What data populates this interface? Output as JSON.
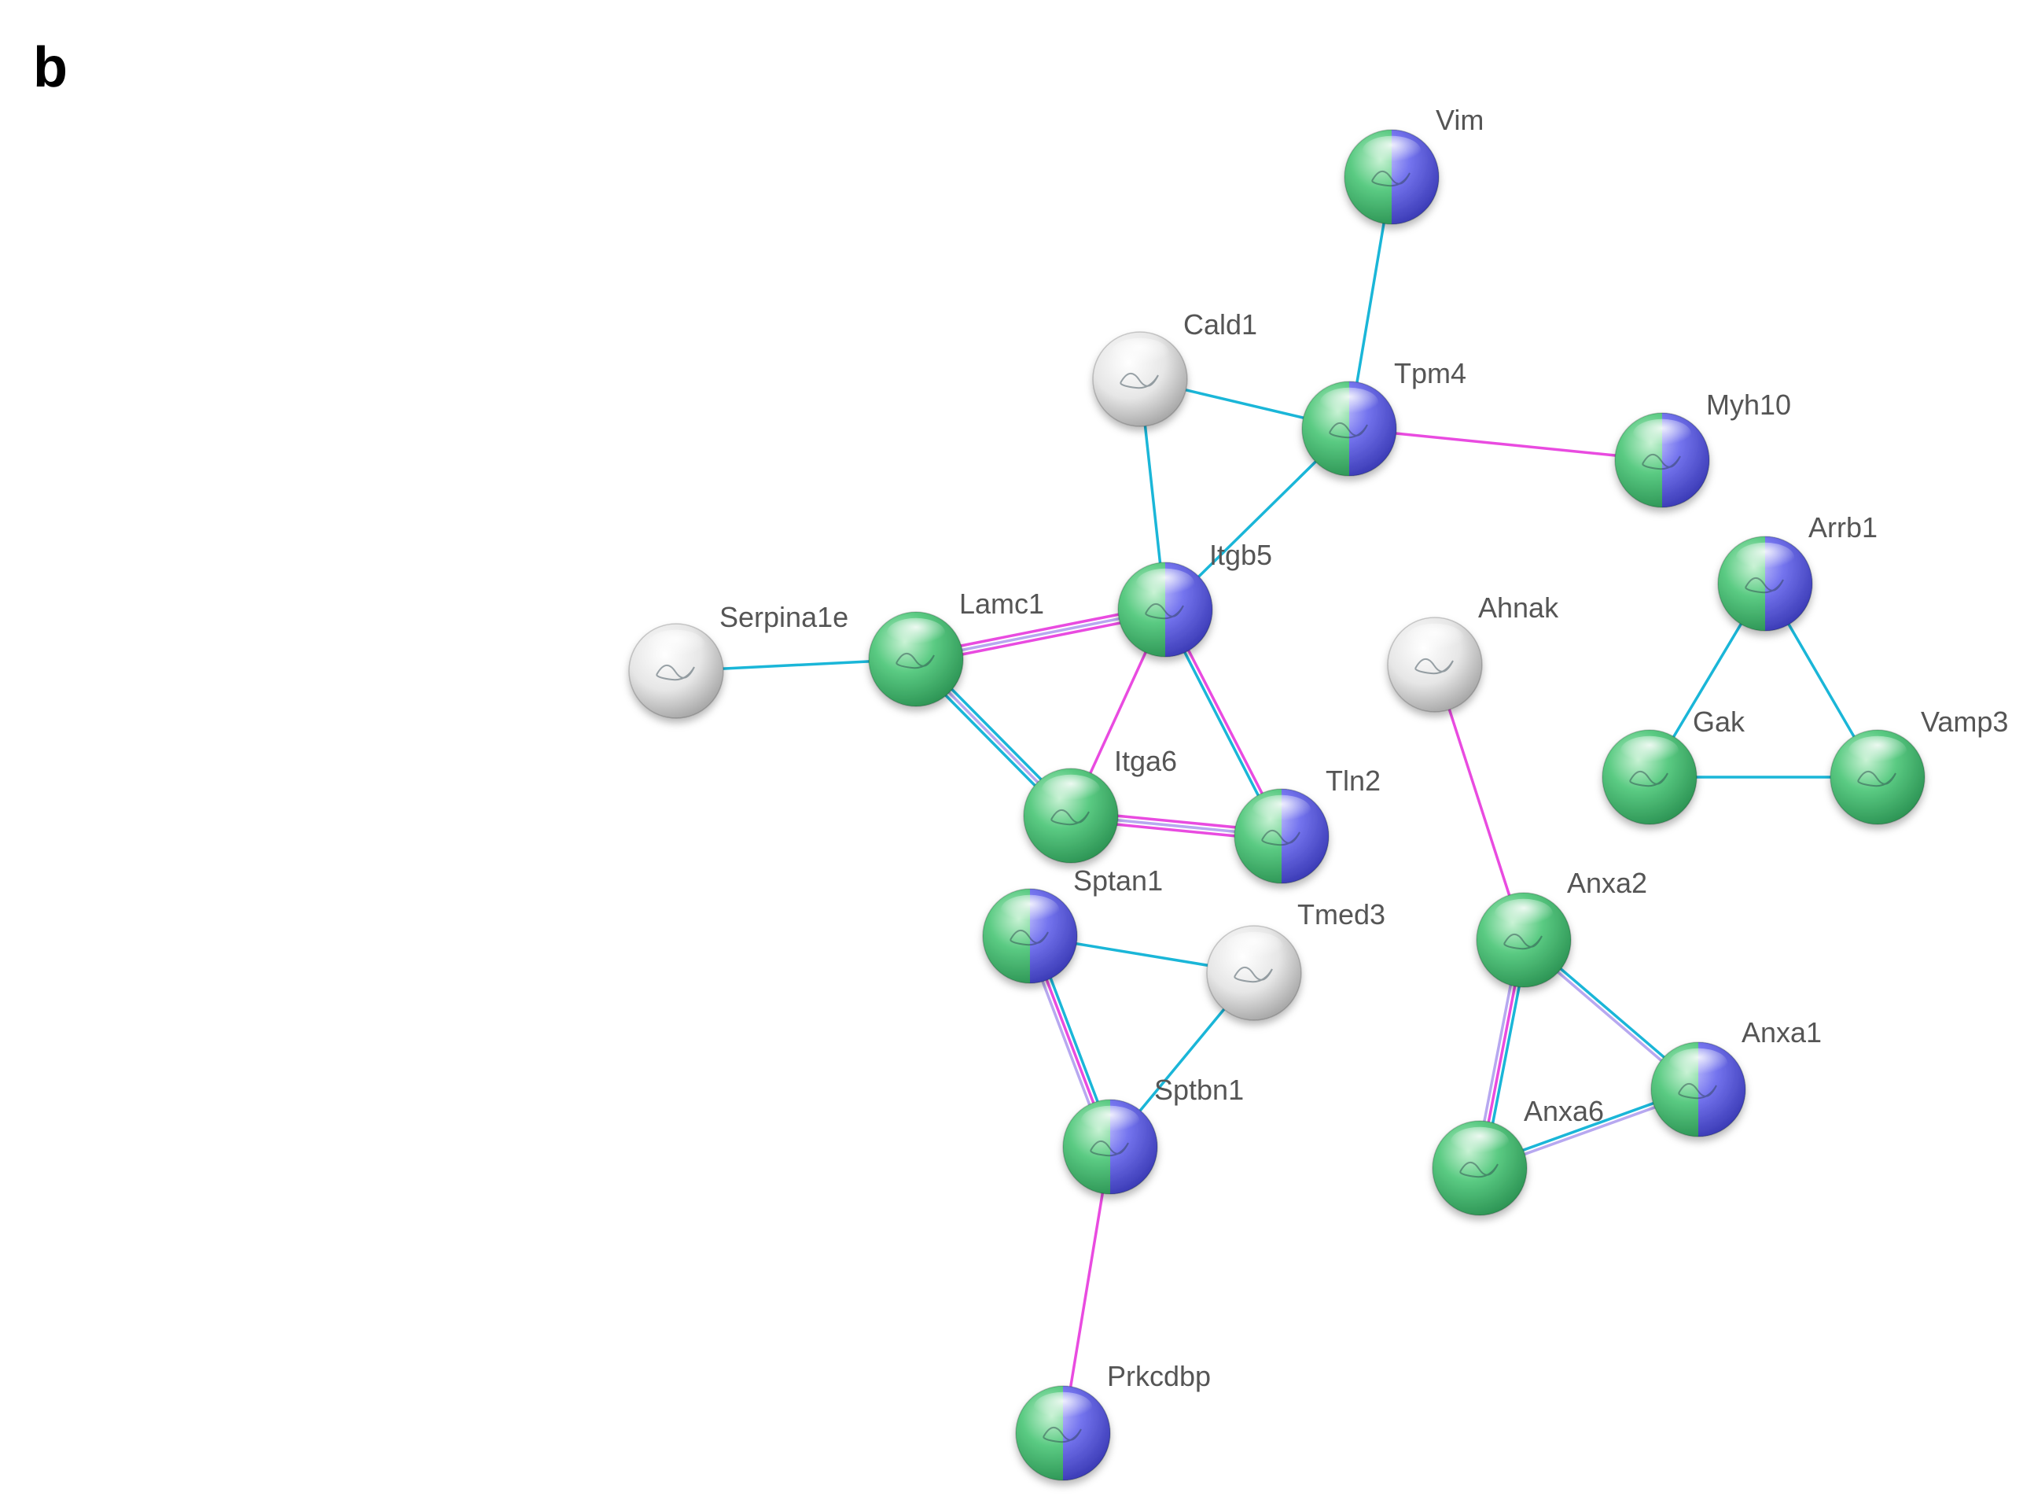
{
  "panel_label": "b",
  "colors": {
    "edge_cyan": "#1ab6d8",
    "edge_magenta": "#e94be0",
    "edge_lavender": "#b7a8f0",
    "node_green": "#4fc47a",
    "node_blue": "#6f6fe6",
    "node_white": "#e9e9e9",
    "label": "#555555"
  },
  "nodes": [
    {
      "id": "Vim",
      "label": "Vim",
      "style": "green-blue"
    },
    {
      "id": "Cald1",
      "label": "Cald1",
      "style": "white"
    },
    {
      "id": "Tpm4",
      "label": "Tpm4",
      "style": "green-blue"
    },
    {
      "id": "Myh10",
      "label": "Myh10",
      "style": "green-blue"
    },
    {
      "id": "Arrb1",
      "label": "Arrb1",
      "style": "green-blue"
    },
    {
      "id": "Ahnak",
      "label": "Ahnak",
      "style": "white"
    },
    {
      "id": "Serpina1e",
      "label": "Serpina1e",
      "style": "white"
    },
    {
      "id": "Lamc1",
      "label": "Lamc1",
      "style": "green"
    },
    {
      "id": "Itgb5",
      "label": "Itgb5",
      "style": "green-blue"
    },
    {
      "id": "Gak",
      "label": "Gak",
      "style": "green"
    },
    {
      "id": "Vamp3",
      "label": "Vamp3",
      "style": "green"
    },
    {
      "id": "Itga6",
      "label": "Itga6",
      "style": "green"
    },
    {
      "id": "Tln2",
      "label": "Tln2",
      "style": "green-blue"
    },
    {
      "id": "Sptan1",
      "label": "Sptan1",
      "style": "green-blue"
    },
    {
      "id": "Tmed3",
      "label": "Tmed3",
      "style": "white"
    },
    {
      "id": "Anxa2",
      "label": "Anxa2",
      "style": "green"
    },
    {
      "id": "Anxa1",
      "label": "Anxa1",
      "style": "green-blue"
    },
    {
      "id": "Sptbn1",
      "label": "Sptbn1",
      "style": "green-blue"
    },
    {
      "id": "Anxa6",
      "label": "Anxa6",
      "style": "green"
    },
    {
      "id": "Prkcdbp",
      "label": "Prkcdbp",
      "style": "green-blue"
    }
  ],
  "edges": [
    {
      "source": "Vim",
      "target": "Tpm4",
      "colors": [
        "cyan"
      ]
    },
    {
      "source": "Cald1",
      "target": "Tpm4",
      "colors": [
        "cyan"
      ]
    },
    {
      "source": "Cald1",
      "target": "Itgb5",
      "colors": [
        "cyan"
      ]
    },
    {
      "source": "Tpm4",
      "target": "Myh10",
      "colors": [
        "magenta"
      ]
    },
    {
      "source": "Tpm4",
      "target": "Itgb5",
      "colors": [
        "cyan"
      ]
    },
    {
      "source": "Serpina1e",
      "target": "Lamc1",
      "colors": [
        "cyan"
      ]
    },
    {
      "source": "Lamc1",
      "target": "Itgb5",
      "colors": [
        "magenta",
        "lavender",
        "magenta"
      ]
    },
    {
      "source": "Lamc1",
      "target": "Itga6",
      "colors": [
        "cyan",
        "lavender",
        "cyan"
      ]
    },
    {
      "source": "Itgb5",
      "target": "Itga6",
      "colors": [
        "magenta"
      ]
    },
    {
      "source": "Itgb5",
      "target": "Tln2",
      "colors": [
        "magenta",
        "cyan"
      ]
    },
    {
      "source": "Itga6",
      "target": "Tln2",
      "colors": [
        "magenta",
        "lavender",
        "magenta"
      ]
    },
    {
      "source": "Arrb1",
      "target": "Gak",
      "colors": [
        "cyan"
      ]
    },
    {
      "source": "Arrb1",
      "target": "Vamp3",
      "colors": [
        "cyan"
      ]
    },
    {
      "source": "Gak",
      "target": "Vamp3",
      "colors": [
        "cyan"
      ]
    },
    {
      "source": "Ahnak",
      "target": "Anxa2",
      "colors": [
        "magenta"
      ]
    },
    {
      "source": "Sptan1",
      "target": "Tmed3",
      "colors": [
        "cyan"
      ]
    },
    {
      "source": "Sptan1",
      "target": "Sptbn1",
      "colors": [
        "cyan",
        "magenta",
        "lavender"
      ]
    },
    {
      "source": "Tmed3",
      "target": "Sptbn1",
      "colors": [
        "cyan"
      ]
    },
    {
      "source": "Sptbn1",
      "target": "Prkcdbp",
      "colors": [
        "magenta"
      ]
    },
    {
      "source": "Anxa2",
      "target": "Anxa1",
      "colors": [
        "cyan",
        "lavender"
      ]
    },
    {
      "source": "Anxa2",
      "target": "Anxa6",
      "colors": [
        "cyan",
        "magenta",
        "lavender"
      ]
    },
    {
      "source": "Anxa6",
      "target": "Anxa1",
      "colors": [
        "cyan",
        "lavender"
      ]
    }
  ]
}
